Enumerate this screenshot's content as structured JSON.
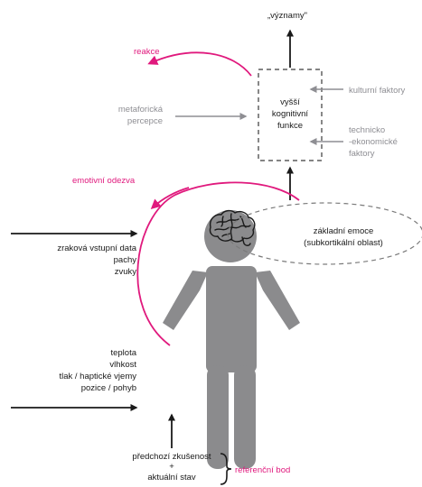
{
  "colors": {
    "accent_pink": "#e0197d",
    "figure_gray": "#8b8b8d",
    "text_gray": "#8e8e93",
    "ink": "#1a1a1a"
  },
  "labels": {
    "meanings": "„významy\"",
    "reaction": "reakce",
    "metaphoric_line1": "metaforická",
    "metaphoric_line2": "percepce",
    "cognitive_line1": "vyšší",
    "cognitive_line2": "kognitivní",
    "cognitive_line3": "funkce",
    "cultural": "kulturní faktory",
    "techeco_line1": "technicko",
    "techeco_line2": "-ekonomické",
    "techeco_line3": "faktory",
    "emotional_response": "emotivní odezva",
    "basic_emotions_line1": "základní emoce",
    "basic_emotions_line2": "(subkortikální oblast)",
    "visual_input": "zraková vstupní data",
    "smells": "pachy",
    "sounds": "zvuky",
    "temperature": "teplota",
    "humidity": "vlhkost",
    "pressure_haptic": "tlak / haptické vjemy",
    "position_motion": "pozice / pohyb",
    "prior_experience": "předchozí zkušenost",
    "plus": "+",
    "current_state": "aktuální stav",
    "reference_point": "referenční bod"
  },
  "icons": {
    "person": "person-silhouette-icon",
    "brain": "brain-icon"
  }
}
